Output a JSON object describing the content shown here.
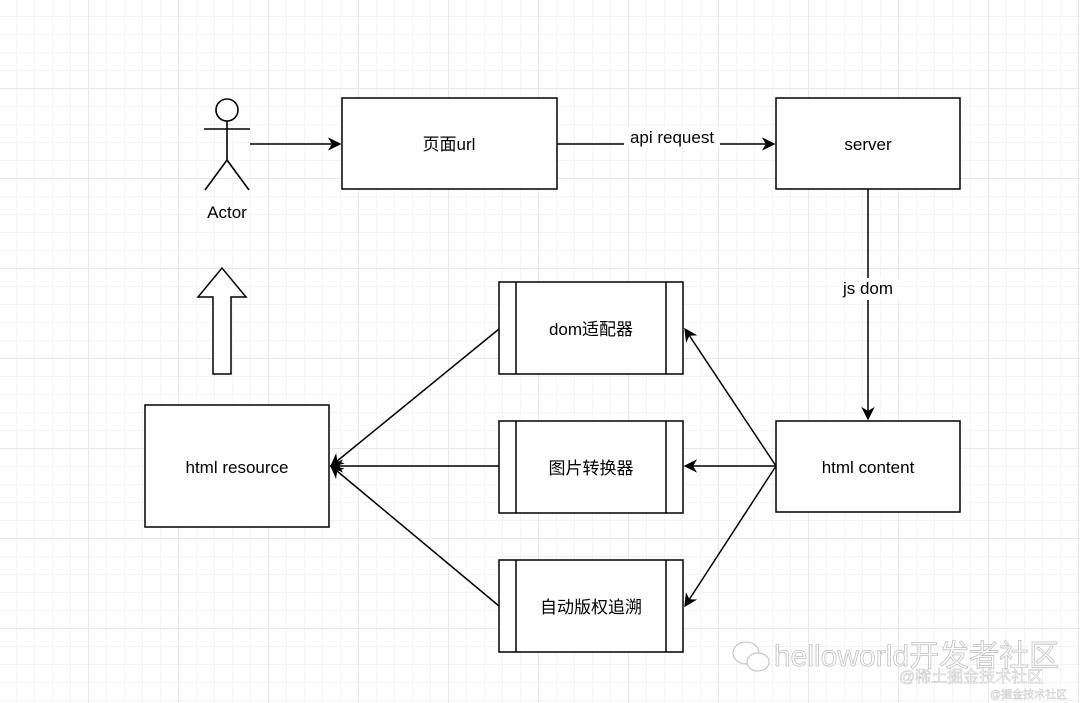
{
  "diagram": {
    "nodes": {
      "actor": "Actor",
      "page_url": "页面url",
      "server": "server",
      "html_content": "html content",
      "html_resource": "html resource",
      "dom_adapter": "dom适配器",
      "image_converter": "图片转换器",
      "copyright_trace": "自动版权追溯"
    },
    "edges": {
      "api_request": "api request",
      "js_dom": "js dom"
    }
  },
  "watermark": {
    "main": "helloworld开发者社区",
    "sub1": "@稀土掘金技术社区",
    "sub2": "@掘金技术社区"
  },
  "colors": {
    "stroke": "#000000",
    "fill": "#ffffff",
    "grid": "#e8e8e8"
  }
}
